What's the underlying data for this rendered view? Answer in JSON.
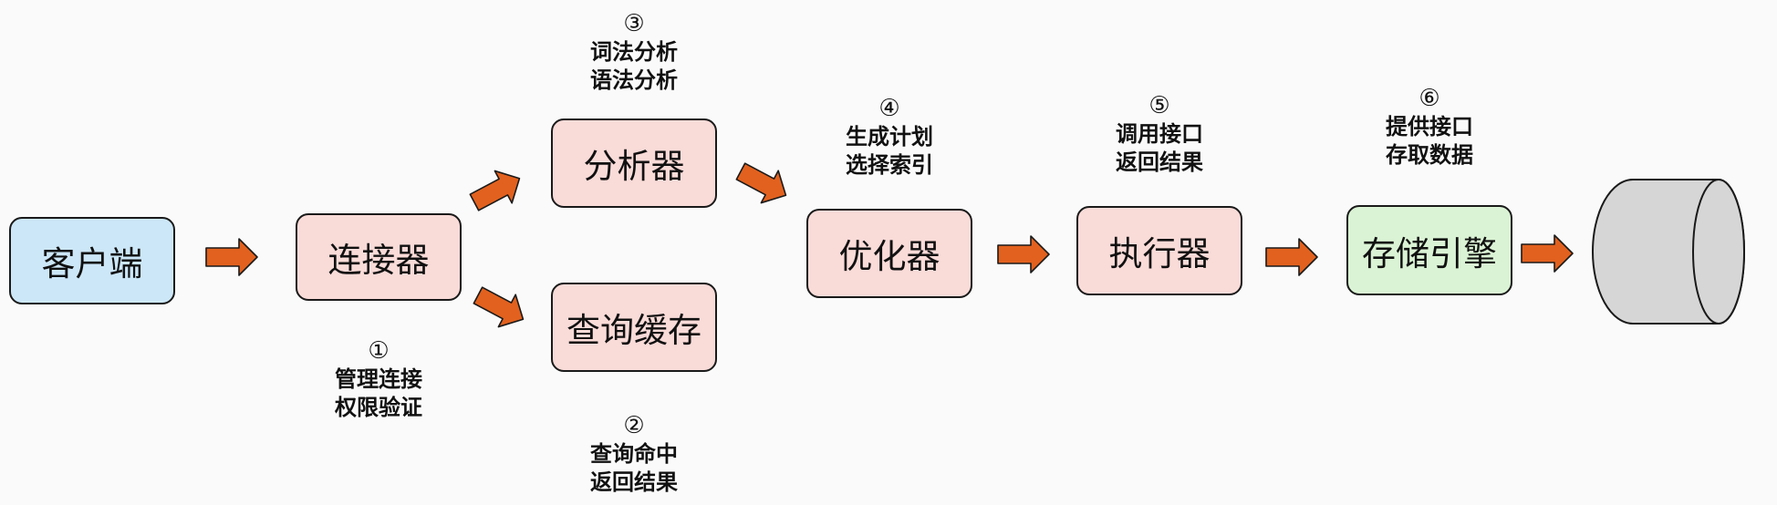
{
  "nodes": {
    "client": "客户端",
    "connector": "连接器",
    "analyzer": "分析器",
    "query_cache": "查询缓存",
    "optimizer": "优化器",
    "executor": "执行器",
    "storage_engine": "存储引擎"
  },
  "notes": {
    "n1": {
      "num": "①",
      "line1": "管理连接",
      "line2": "权限验证"
    },
    "n2": {
      "num": "②",
      "line1": "查询命中",
      "line2": "返回结果"
    },
    "n3": {
      "num": "③",
      "line1": "词法分析",
      "line2": "语法分析"
    },
    "n4": {
      "num": "④",
      "line1": "生成计划",
      "line2": "选择索引"
    },
    "n5": {
      "num": "⑤",
      "line1": "调用接口",
      "line2": "返回结果"
    },
    "n6": {
      "num": "⑥",
      "line1": "提供接口",
      "line2": "存取数据"
    }
  },
  "colors": {
    "arrow": "#e2611e",
    "client_fill": "#cce7f8",
    "process_fill": "#f9dbd8",
    "storage_fill": "#daf3d4",
    "database_fill": "#d6d6d6"
  }
}
